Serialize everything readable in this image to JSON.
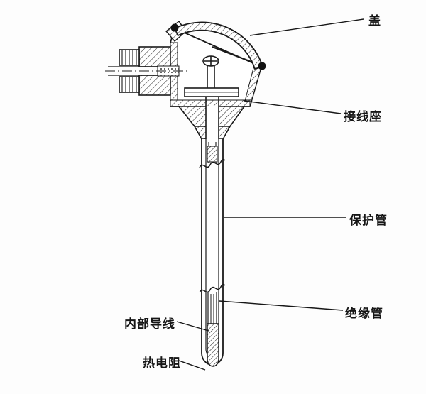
{
  "labels": {
    "cover": "盖",
    "terminal_block": "接线座",
    "protection_tube": "保护管",
    "insulation_tube": "绝缘管",
    "internal_leads": "内部导线",
    "thermal_resistor": "热电阻"
  },
  "colors": {
    "line": "#1a1a1a",
    "background": "#fdfdfd"
  }
}
